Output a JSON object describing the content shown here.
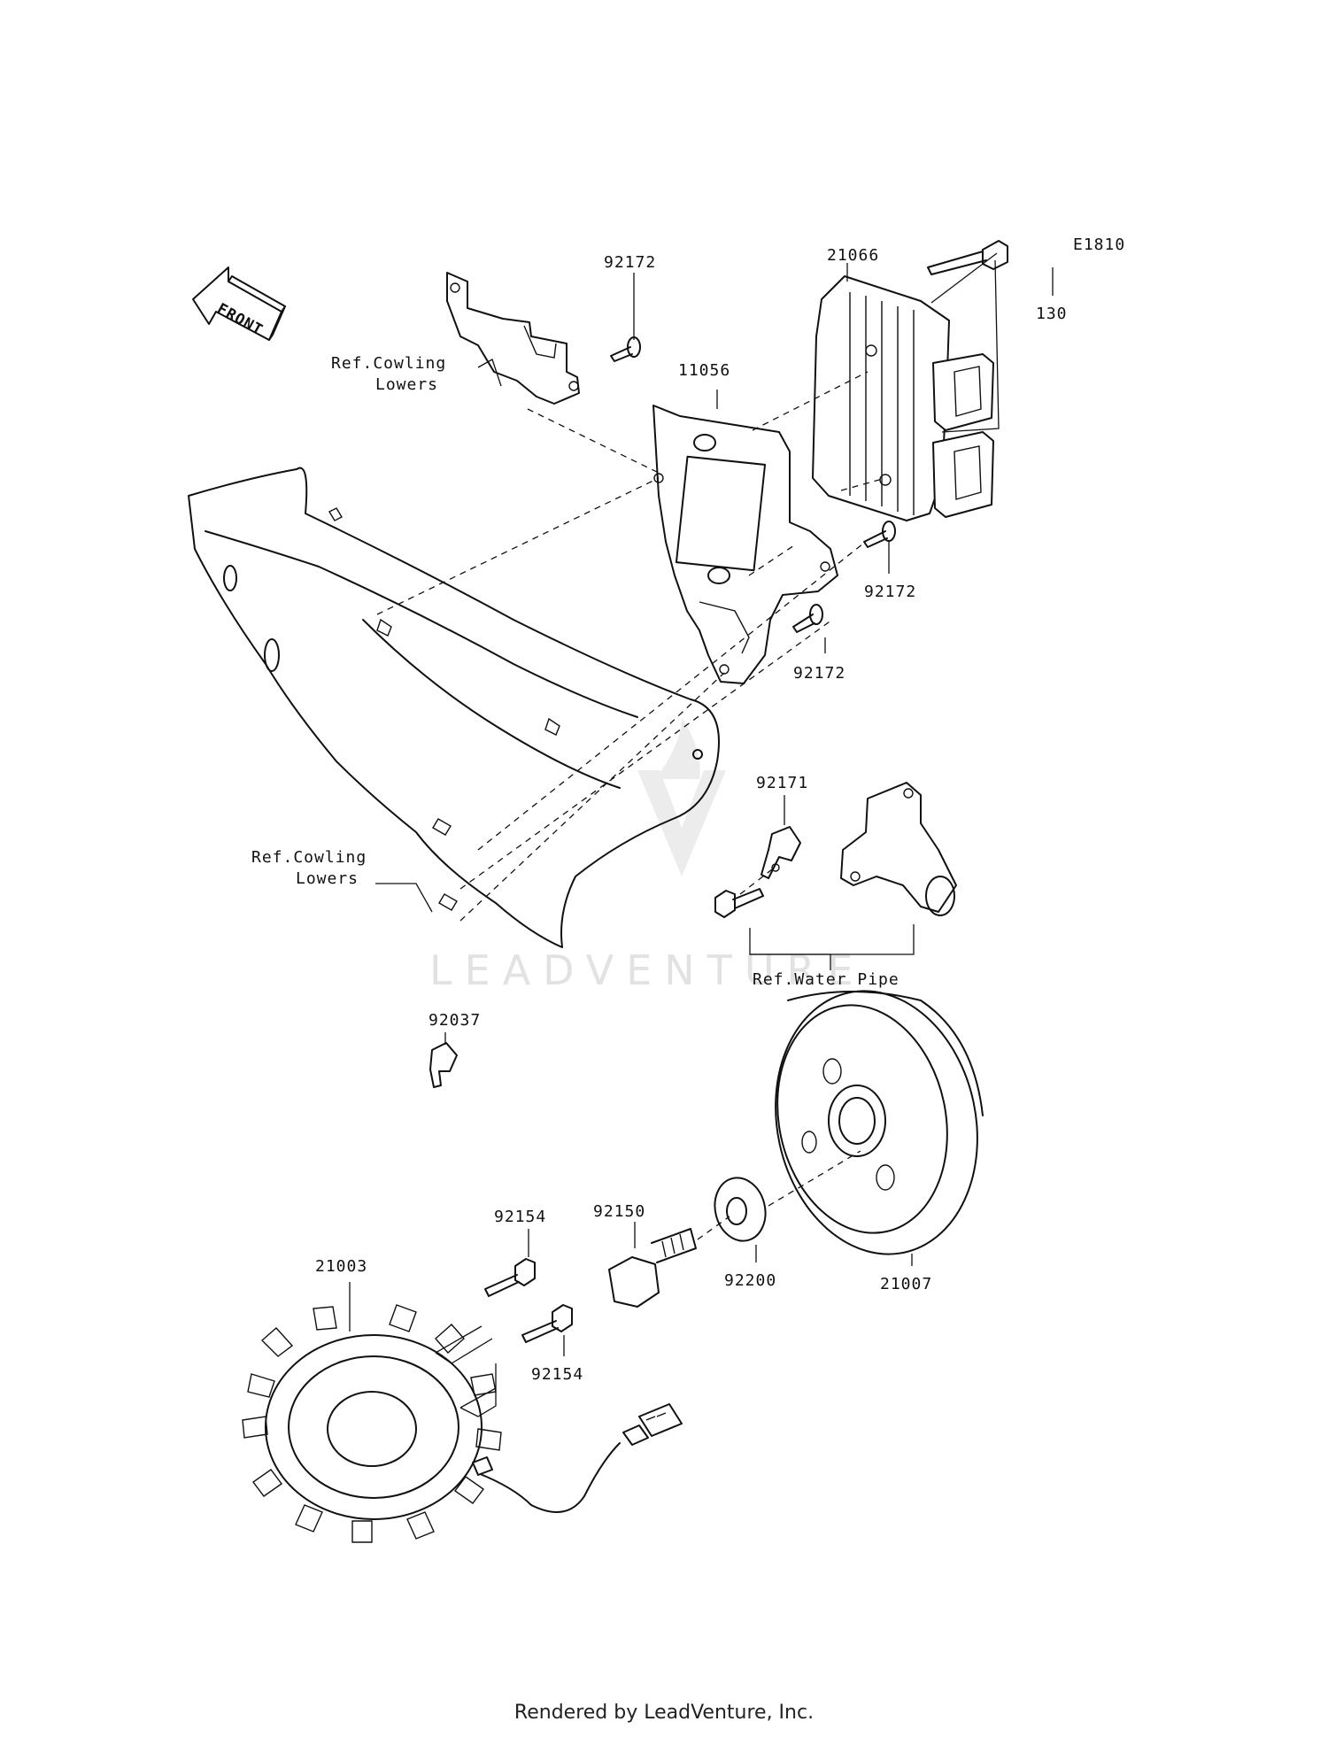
{
  "diagram_code": "E1810",
  "front_label": "FRONT",
  "watermark": "LEADVENTURE",
  "footer": "Rendered by LeadVenture, Inc.",
  "callouts": {
    "p21066": "21066",
    "p130": "130",
    "p92172_top": "92172",
    "p11056": "11056",
    "p92172_mid": "92172",
    "p92172_low": "92172",
    "p92171": "92171",
    "p92037": "92037",
    "p92150": "92150",
    "p92154_top": "92154",
    "p92154_low": "92154",
    "p21003": "21003",
    "p92200": "92200",
    "p21007": "21007"
  },
  "references": {
    "cowling_top_1": "Ref.Cowling",
    "cowling_top_2": "Lowers",
    "cowling_low_1": "Ref.Cowling",
    "cowling_low_2": "Lowers",
    "water_pipe": "Ref.Water Pipe"
  }
}
